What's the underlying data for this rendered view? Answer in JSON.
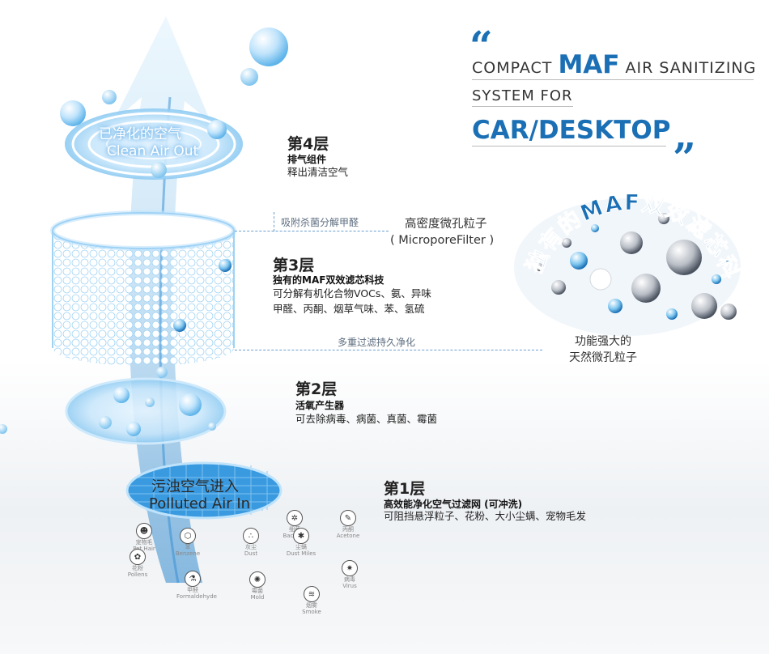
{
  "title": {
    "open_quote": "“",
    "close_quote": "”",
    "line1_pre": "COMPACT",
    "line1_highlight": "MAF",
    "line1_post": "AIR SANITIZING",
    "line2": "SYSTEM FOR",
    "line3": "CAR/DESKTOP"
  },
  "layer4": {
    "num": "第4层",
    "sub": "排气组件",
    "desc": "释出清洁空气",
    "disk_cn": "已净化的空气",
    "disk_en": "Clean Air Out"
  },
  "layer3": {
    "num": "第3层",
    "sub": "独有的MAF双效滤芯科技",
    "desc1": "可分解有机化合物VOCs、氨、异味",
    "desc2": "甲醛、丙酮、烟草气味、苯、氢硫",
    "top_label": "吸附杀菌分解甲醛",
    "bottom_label": "多重过滤持久净化"
  },
  "layer2": {
    "num": "第2层",
    "sub": "活氧产生器",
    "desc": "可去除病毒、病菌、真菌、霉菌"
  },
  "layer1": {
    "num": "第1层",
    "sub": "高效能净化空气过滤网 (可冲洗)",
    "desc": "可阻挡悬浮粒子、花粉、大小尘螨、宠物毛发",
    "disk_cn": "污浊空气进入",
    "disk_en": "Polluted Air In"
  },
  "micropore": {
    "title": "高密度微孔粒子",
    "en": "( MicroporeFilter )"
  },
  "feature": {
    "arc_text": "独有的MAF双效滤芯科技",
    "caption1": "功能强大的",
    "caption2": "天然微孔粒子"
  },
  "pollutants": [
    {
      "cn": "细菌",
      "en": "Bacteria",
      "icon": "bacteria-icon",
      "glyph": "✲"
    },
    {
      "cn": "丙酮",
      "en": "Acetone",
      "icon": "spray-icon",
      "glyph": "✎"
    },
    {
      "cn": "宠物毛",
      "en": "Pet Hair",
      "icon": "pet-icon",
      "glyph": "☻"
    },
    {
      "cn": "苯",
      "en": "Benzene",
      "icon": "benzene-icon",
      "glyph": "⬡"
    },
    {
      "cn": "灰尘",
      "en": "Dust",
      "icon": "dust-icon",
      "glyph": "∴"
    },
    {
      "cn": "尘螨",
      "en": "Dust Miles",
      "icon": "mite-icon",
      "glyph": "✱"
    },
    {
      "cn": "花粉",
      "en": "Pollens",
      "icon": "pollen-icon",
      "glyph": "✿"
    },
    {
      "cn": "甲醛",
      "en": "Formaldehyde",
      "icon": "formaldehyde-icon",
      "glyph": "⚗"
    },
    {
      "cn": "霉菌",
      "en": "Mold",
      "icon": "mold-icon",
      "glyph": "✺"
    },
    {
      "cn": "烟雾",
      "en": "Smoke",
      "icon": "smoke-icon",
      "glyph": "≋"
    },
    {
      "cn": "病毒",
      "en": "Virus",
      "icon": "virus-icon",
      "glyph": "✷"
    }
  ]
}
